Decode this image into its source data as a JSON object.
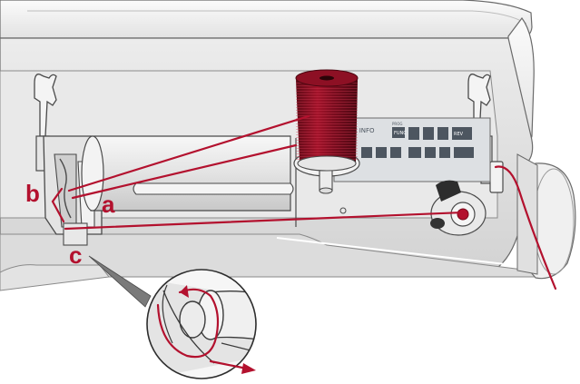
{
  "labels": {
    "a": "a",
    "b": "b",
    "c": "c"
  },
  "panel": {
    "title": "CK INFO",
    "func": "FUNC",
    "prog": "PROG",
    "rev": "REV"
  },
  "colors": {
    "thread": "#b3112e",
    "machine_light": "#f2f2f2",
    "machine_shade": "#c9c9c9",
    "outline": "#5a5a5a",
    "panel": "#4d5660"
  }
}
